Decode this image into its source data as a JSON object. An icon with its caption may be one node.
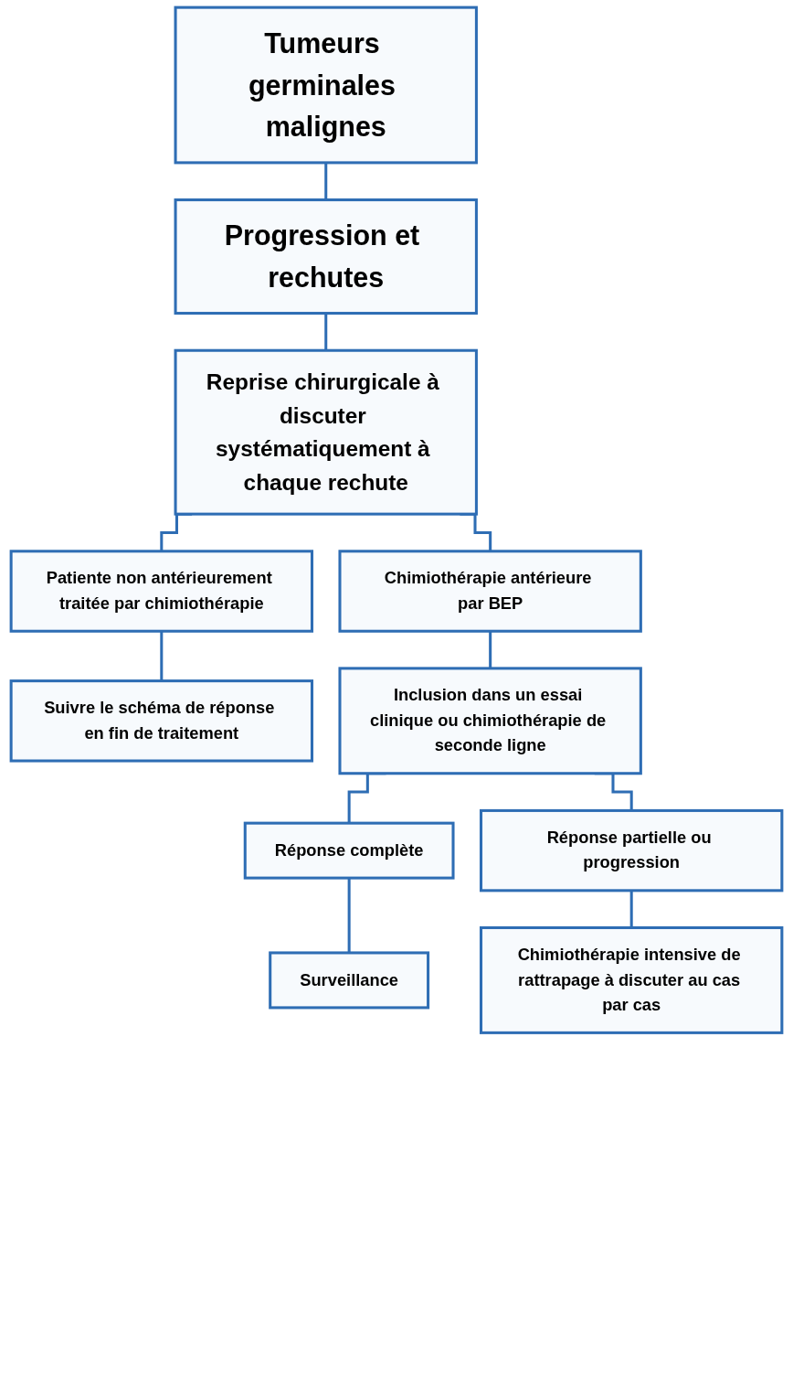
{
  "diagram": {
    "nodes": [
      {
        "text": [
          "Tumeurs germinales malignes"
        ]
      },
      {
        "text": [
          "Progression et rechutes"
        ]
      },
      {
        "text": [
          "Reprise chirurgicale à discuter systématiquement à chaque rechute"
        ]
      },
      {
        "text": [
          "Patiente non antérieurement traitée par chimiothérapie"
        ]
      },
      {
        "text": [
          "Chimiothérapie antérieure par BEP"
        ]
      },
      {
        "text": [
          "Suivre le schéma de réponse en fin de traitement"
        ]
      },
      {
        "text": [
          "Inclusion dans un essai clinique ou chimiothérapie de seconde ligne"
        ]
      },
      {
        "text": [
          "Réponse complète"
        ]
      },
      {
        "text": [
          "Réponse partielle ou progression"
        ]
      },
      {
        "text": [
          "Surveillance"
        ]
      },
      {
        "text": [
          "Chimiothérapie intensive de rattrapage à discuter au cas par cas"
        ]
      }
    ],
    "edges": [
      {
        "from": 0,
        "to": 1,
        "arrow": "none"
      },
      {
        "from": 1,
        "to": 2,
        "arrow": "none"
      },
      {
        "from": 2,
        "to": 3,
        "arrow": "none"
      },
      {
        "from": 2,
        "to": 4,
        "arrow": "none"
      },
      {
        "from": 3,
        "to": 5,
        "arrow": "none"
      },
      {
        "from": 4,
        "to": 6,
        "arrow": "none"
      },
      {
        "from": 6,
        "to": 7,
        "arrow": "none"
      },
      {
        "from": 6,
        "to": 8,
        "arrow": "none"
      },
      {
        "from": 7,
        "to": 9,
        "arrow": "none"
      },
      {
        "from": 8,
        "to": 10,
        "arrow": "none"
      }
    ]
  }
}
